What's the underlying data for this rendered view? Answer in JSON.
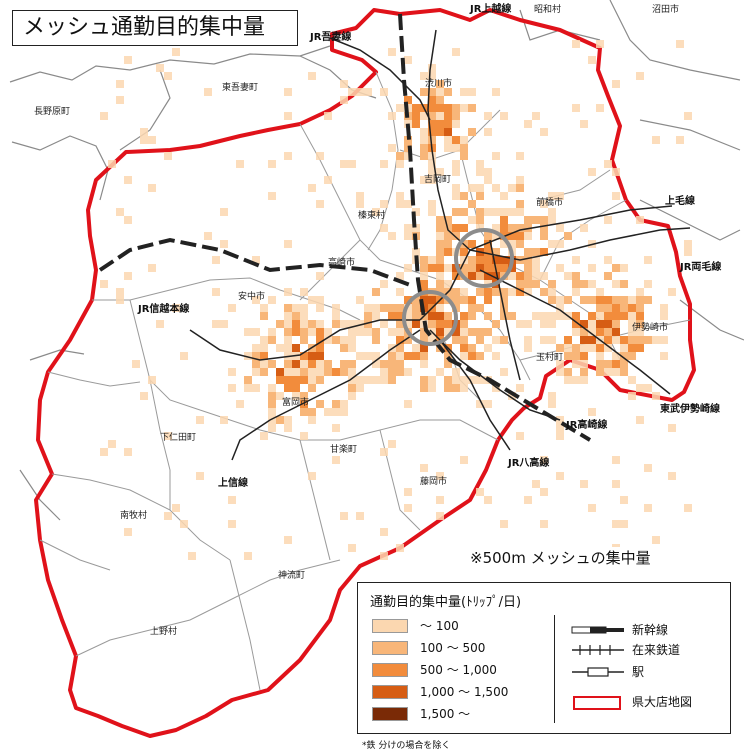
{
  "title": "メッシュ通勤目的集中量",
  "mesh_note": "※500m メッシュの集中量",
  "municipalities": [
    {
      "name": "東吾妻町"
    },
    {
      "name": "長野原町"
    },
    {
      "name": "渋川市"
    },
    {
      "name": "吉岡町"
    },
    {
      "name": "榛東村"
    },
    {
      "name": "前橋市"
    },
    {
      "name": "高崎市"
    },
    {
      "name": "安中市"
    },
    {
      "name": "玉村町"
    },
    {
      "name": "伊勢崎市"
    },
    {
      "name": "富岡市"
    },
    {
      "name": "下仁田町"
    },
    {
      "name": "甘楽町"
    },
    {
      "name": "藤岡市"
    },
    {
      "name": "南牧村"
    },
    {
      "name": "神流町"
    },
    {
      "name": "上野村"
    },
    {
      "name": "沼田市"
    },
    {
      "name": "昭和村"
    }
  ],
  "rail_labels": [
    {
      "name": "JR上越線"
    },
    {
      "name": "JR吾妻線"
    },
    {
      "name": "上毛線"
    },
    {
      "name": "JR両毛線"
    },
    {
      "name": "JR信越本線"
    },
    {
      "name": "東武伊勢崎線"
    },
    {
      "name": "JR高崎線"
    },
    {
      "name": "JR八高線"
    },
    {
      "name": "上信線"
    }
  ],
  "legend": {
    "title": "通勤目的集中量(ﾄﾘｯﾌﾟ/日)",
    "classes": [
      {
        "range": "～ 100",
        "color": "#fbd7b0"
      },
      {
        "range": "100 ～ 500",
        "color": "#f8b679"
      },
      {
        "range": "500 ～ 1,000",
        "color": "#f28c3c"
      },
      {
        "range": "1,000 ～ 1,500",
        "color": "#d65d14"
      },
      {
        "range": "1,500 ～",
        "color": "#7a2a06"
      }
    ],
    "symbols": [
      {
        "label": "新幹線"
      },
      {
        "label": "在来鉄道"
      },
      {
        "label": "駅"
      },
      {
        "label": "県大店地図"
      }
    ]
  },
  "footnote": "*鉄 分けの場合を除く",
  "colors": {
    "boundary": "#e0121a",
    "rail": "#222222",
    "municipal_border": "#9a9a9a",
    "circle": "#8c8c8c"
  }
}
